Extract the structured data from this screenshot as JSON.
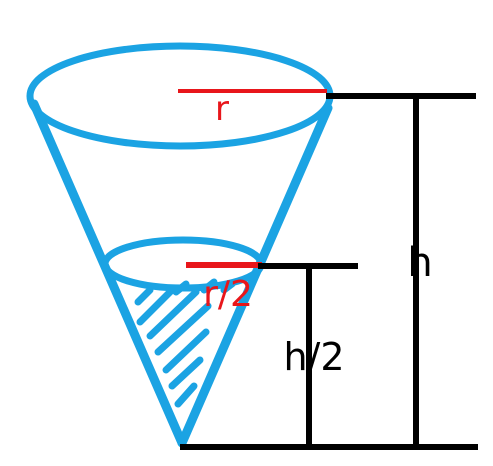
{
  "labels": {
    "r": "r",
    "r_half": "r/2",
    "h": "h",
    "h_half": "h/2"
  },
  "colors": {
    "cone": "#1ba3e3",
    "radius": "#e8161b",
    "dimension": "#000000",
    "background": "#ffffff"
  }
}
